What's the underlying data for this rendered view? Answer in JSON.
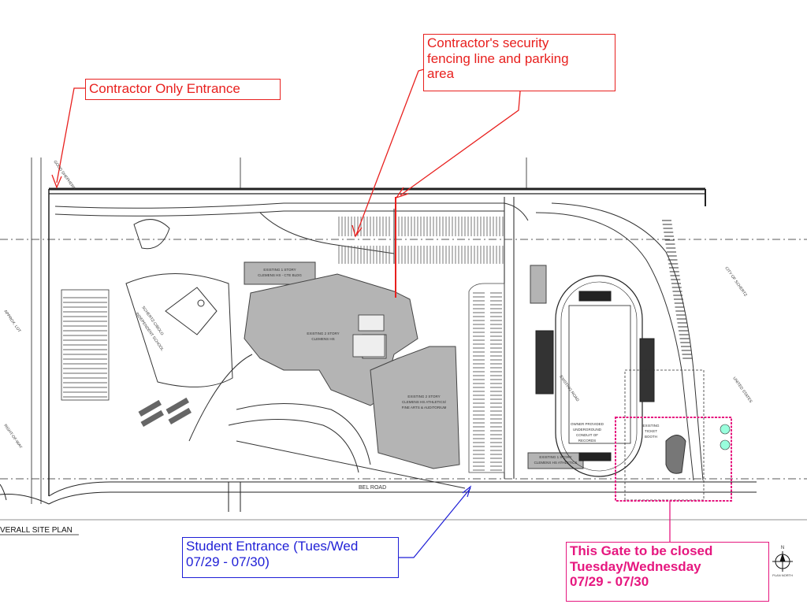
{
  "annotations": {
    "contractor_entrance": "Contractor Only Entrance",
    "security_fencing": [
      "Contractor's security",
      "fencing line and parking",
      "area"
    ],
    "student_entrance": [
      "Student Entrance (Tues/Wed",
      "07/29 - 07/30)"
    ],
    "gate_closed": [
      "This Gate to be closed",
      "Tuesday/Wednesday",
      "07/29 - 07/30"
    ]
  },
  "plan_labels": {
    "title": "VERALL SITE PLAN",
    "road": "BEL ROAD",
    "cte_building": [
      "EXISTING 1 STORY",
      "CLEMENS HS - CTE BLDG"
    ],
    "main_building": [
      "EXISTING 2 STORY",
      "CLEMENS HS"
    ],
    "athletics_building": [
      "EXISTING 2 STORY",
      "CLEMENS HS ATHLETICS/",
      "FINE ARTS & AUDITORIUM"
    ],
    "hs_athletics": [
      "EXISTING 1 STORY",
      "CLEMENS HS ATHLETICS"
    ],
    "ticket_booth": [
      "EXISTING",
      "TICKET",
      "BOOTH"
    ],
    "underground_conduit": [
      "OWNER PROVIDED",
      "UNDERGROUND",
      "CONDUIT OF",
      "RECORDS"
    ],
    "north_arrow": "N",
    "plan_north": "PLAN NORTH"
  },
  "colors": {
    "contractor_red": "#e8201e",
    "student_blue": "#1f1fd6",
    "gate_magenta": "#e6177f",
    "building_gray": "#b4b4b4"
  }
}
